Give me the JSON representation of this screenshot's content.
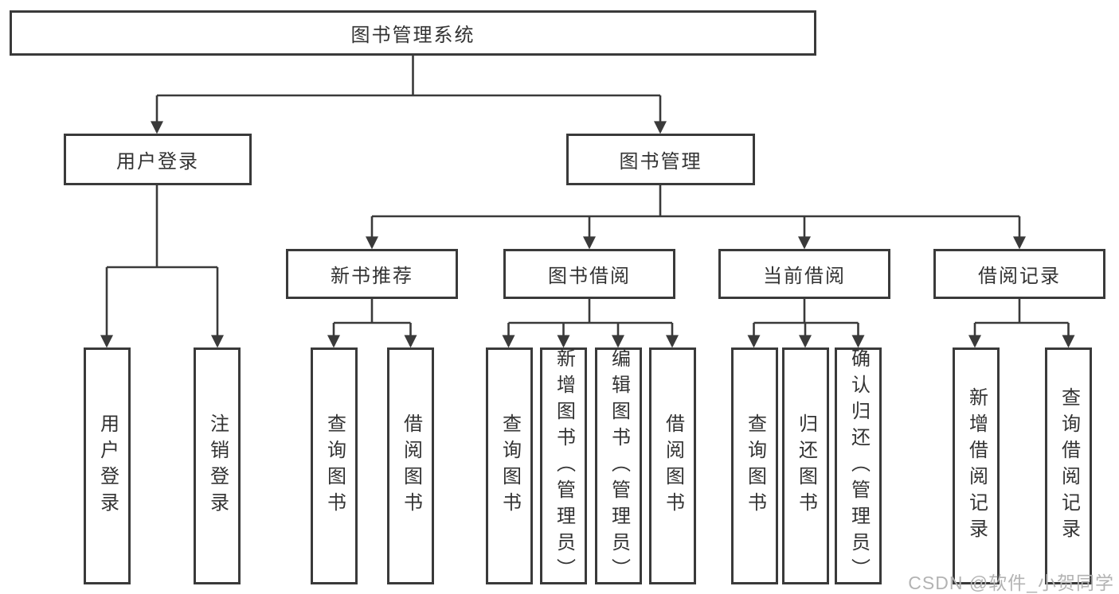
{
  "diagram": {
    "root": {
      "label": "图书管理系统"
    },
    "level2": [
      {
        "label": "用户登录",
        "leaves": [
          {
            "label": "用户登录"
          },
          {
            "label": "注销登录"
          }
        ]
      },
      {
        "label": "图书管理",
        "groups": [
          {
            "label": "新书推荐",
            "leaves": [
              {
                "label": "查询图书"
              },
              {
                "label": "借阅图书"
              }
            ]
          },
          {
            "label": "图书借阅",
            "leaves": [
              {
                "label": "查询图书"
              },
              {
                "label": "新增图书（管理员）"
              },
              {
                "label": "编辑图书（管理员）"
              },
              {
                "label": "借阅图书"
              }
            ]
          },
          {
            "label": "当前借阅",
            "leaves": [
              {
                "label": "查询图书"
              },
              {
                "label": "归还图书"
              },
              {
                "label": "确认归还（管理员）"
              }
            ]
          },
          {
            "label": "借阅记录",
            "leaves": [
              {
                "label": "新增借阅记录"
              },
              {
                "label": "查询借阅记录"
              }
            ]
          }
        ]
      }
    ]
  },
  "watermark": {
    "text": "CSDN @软件_小贺同学"
  },
  "colors": {
    "line": "#3a3a3a",
    "text": "#333333",
    "watermark": "#b3b3b3",
    "background": "#ffffff"
  }
}
